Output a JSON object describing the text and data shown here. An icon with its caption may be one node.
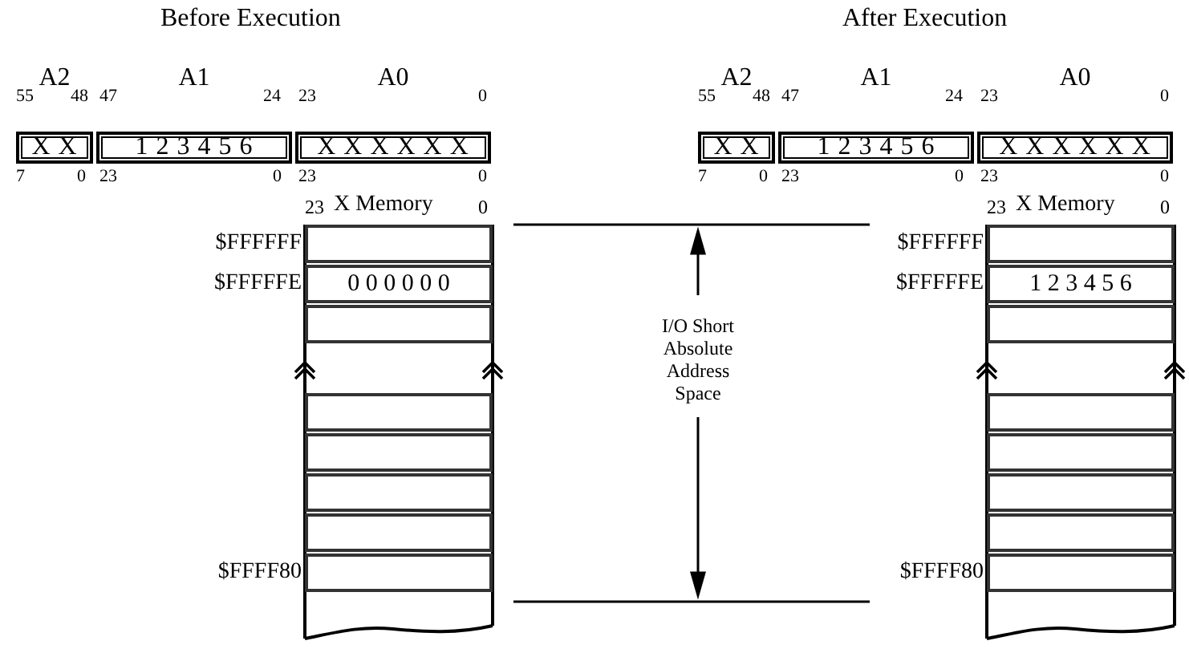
{
  "diagram": {
    "nodes": [
      {
        "text": [
          "A2",
          "X X"
        ]
      },
      {
        "text": [
          "A1",
          "1 2 3 4 5 6"
        ]
      },
      {
        "text": [
          "A0",
          "X X X X X X"
        ]
      },
      {
        "text": [],
        "shape": "box",
        "beside": [
          "$FFFFFF"
        ]
      },
      {
        "text": [
          "0 0 0 0 0 0"
        ],
        "beside": [
          "$FFFFFE"
        ]
      },
      {
        "text": [],
        "shape": "box"
      },
      {
        "text": [],
        "shape": "box"
      },
      {
        "text": [],
        "shape": "box"
      },
      {
        "text": [],
        "shape": "box"
      },
      {
        "text": [],
        "shape": "box"
      },
      {
        "text": [],
        "shape": "box",
        "beside": [
          "$FFFF80"
        ]
      },
      {
        "text": [
          "A2",
          "X X"
        ]
      },
      {
        "text": [
          "A1",
          "1 2 3 4 5 6"
        ]
      },
      {
        "text": [
          "A0",
          "X X X X X X"
        ]
      },
      {
        "text": [],
        "shape": "box",
        "beside": [
          "$FFFFFF"
        ]
      },
      {
        "text": [
          "1 2 3 4 5 6"
        ],
        "beside": [
          "$FFFFFE"
        ]
      },
      {
        "text": [],
        "shape": "box"
      },
      {
        "text": [],
        "shape": "box"
      },
      {
        "text": [],
        "shape": "box"
      },
      {
        "text": [],
        "shape": "box"
      },
      {
        "text": [],
        "shape": "box"
      },
      {
        "text": [],
        "shape": "box",
        "beside": [
          "$FFFF80"
        ]
      }
    ],
    "edges": [],
    "labels": [
      "Before Execution",
      "55",
      "48",
      "47",
      "24",
      "23",
      "0",
      "7",
      "0",
      "23",
      "0",
      "23",
      "0",
      "23",
      "X Memory",
      "0",
      "After Execution",
      "55",
      "48",
      "47",
      "24",
      "23",
      "0",
      "7",
      "0",
      "23",
      "0",
      "23",
      "0",
      "23",
      "X Memory",
      "0",
      "I/O Short Absolute Address Space"
    ]
  }
}
